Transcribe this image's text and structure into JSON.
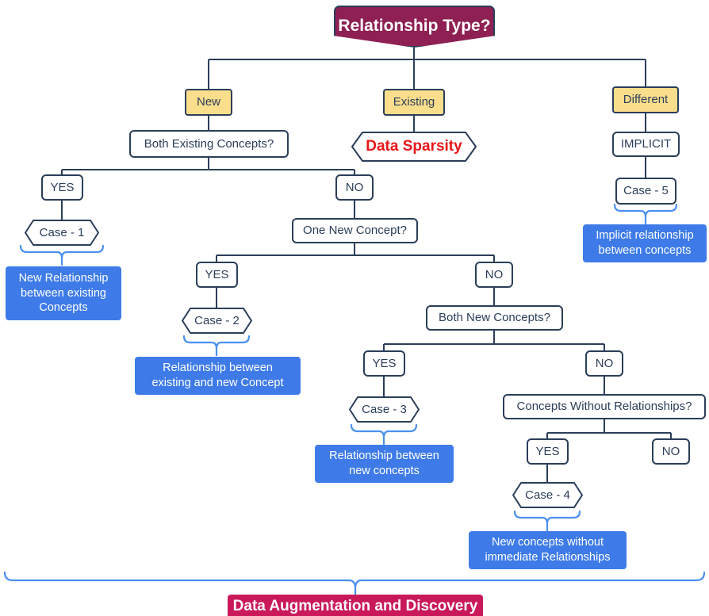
{
  "diagram": {
    "title": "Relationship Type decision flowchart",
    "colors": {
      "root_fill": "#8E2053",
      "caption_fill": "#C9195B",
      "branch_label_fill": "#FADE8C",
      "note_fill": "#3E7BE8",
      "stroke": "#2B3E59",
      "brace": "#4A90F0",
      "sparsity_text": "#E8161A"
    },
    "root": {
      "label": "Relationship Type?"
    },
    "branch_labels": [
      {
        "id": "new",
        "label": "New"
      },
      {
        "id": "existing",
        "label": "Existing"
      },
      {
        "id": "different",
        "label": "Different"
      }
    ],
    "decisions": [
      {
        "id": "both-existing-concepts",
        "label": "Both Existing Concepts?"
      },
      {
        "id": "one-new-concept",
        "label": "One New Concept?"
      },
      {
        "id": "both-new-concepts",
        "label": "Both New Concepts?"
      },
      {
        "id": "concepts-without-relationships",
        "label": "Concepts Without Relationships?"
      }
    ],
    "plain_nodes": [
      {
        "id": "implicit",
        "label": "IMPLICIT"
      },
      {
        "id": "case-5",
        "label": "Case - 5"
      }
    ],
    "sparsity": {
      "label": "Data Sparsity"
    },
    "answers": [
      {
        "id": "yes-both-existing",
        "label": "YES"
      },
      {
        "id": "no-both-existing",
        "label": "NO"
      },
      {
        "id": "yes-one-new",
        "label": "YES"
      },
      {
        "id": "no-one-new",
        "label": "NO"
      },
      {
        "id": "yes-both-new",
        "label": "YES"
      },
      {
        "id": "no-both-new",
        "label": "NO"
      },
      {
        "id": "yes-without-rel",
        "label": "YES"
      },
      {
        "id": "no-without-rel",
        "label": "NO"
      }
    ],
    "cases": [
      {
        "id": "case-1",
        "label": "Case - 1"
      },
      {
        "id": "case-2",
        "label": "Case - 2"
      },
      {
        "id": "case-3",
        "label": "Case - 3"
      },
      {
        "id": "case-4",
        "label": "Case - 4"
      }
    ],
    "notes": [
      {
        "id": "note-case-1",
        "lines": [
          "New Relationship",
          "between existing",
          "Concepts"
        ]
      },
      {
        "id": "note-case-2",
        "lines": [
          "Relationship between",
          "existing and new Concept"
        ]
      },
      {
        "id": "note-case-3",
        "lines": [
          "Relationship between",
          "new concepts"
        ]
      },
      {
        "id": "note-case-4",
        "lines": [
          "New concepts without",
          "immediate Relationships"
        ]
      },
      {
        "id": "note-case-5",
        "lines": [
          "Implicit relationship",
          "between concepts"
        ]
      }
    ],
    "caption": {
      "label": "Data Augmentation and Discovery"
    }
  }
}
